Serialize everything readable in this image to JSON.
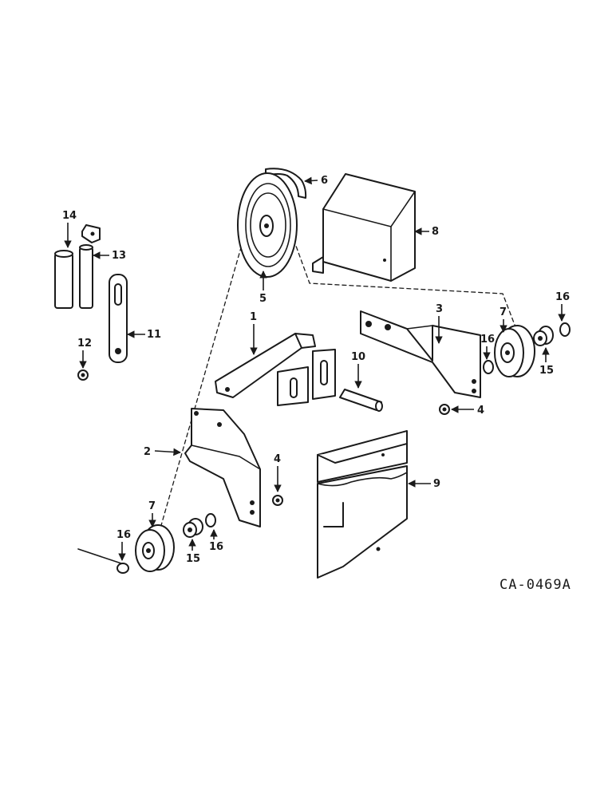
{
  "drawing_ref": "CA-0469A",
  "callouts": {
    "c1": "1",
    "c2": "2",
    "c3": "3",
    "c4a": "4",
    "c4b": "4",
    "c5": "5",
    "c6": "6",
    "c7a": "7",
    "c7b": "7",
    "c8": "8",
    "c9": "9",
    "c10": "10",
    "c11": "11",
    "c12": "12",
    "c13": "13",
    "c14": "14",
    "c15a": "15",
    "c15b": "15",
    "c16a": "16",
    "c16b": "16",
    "c16c": "16",
    "c16d": "16"
  }
}
